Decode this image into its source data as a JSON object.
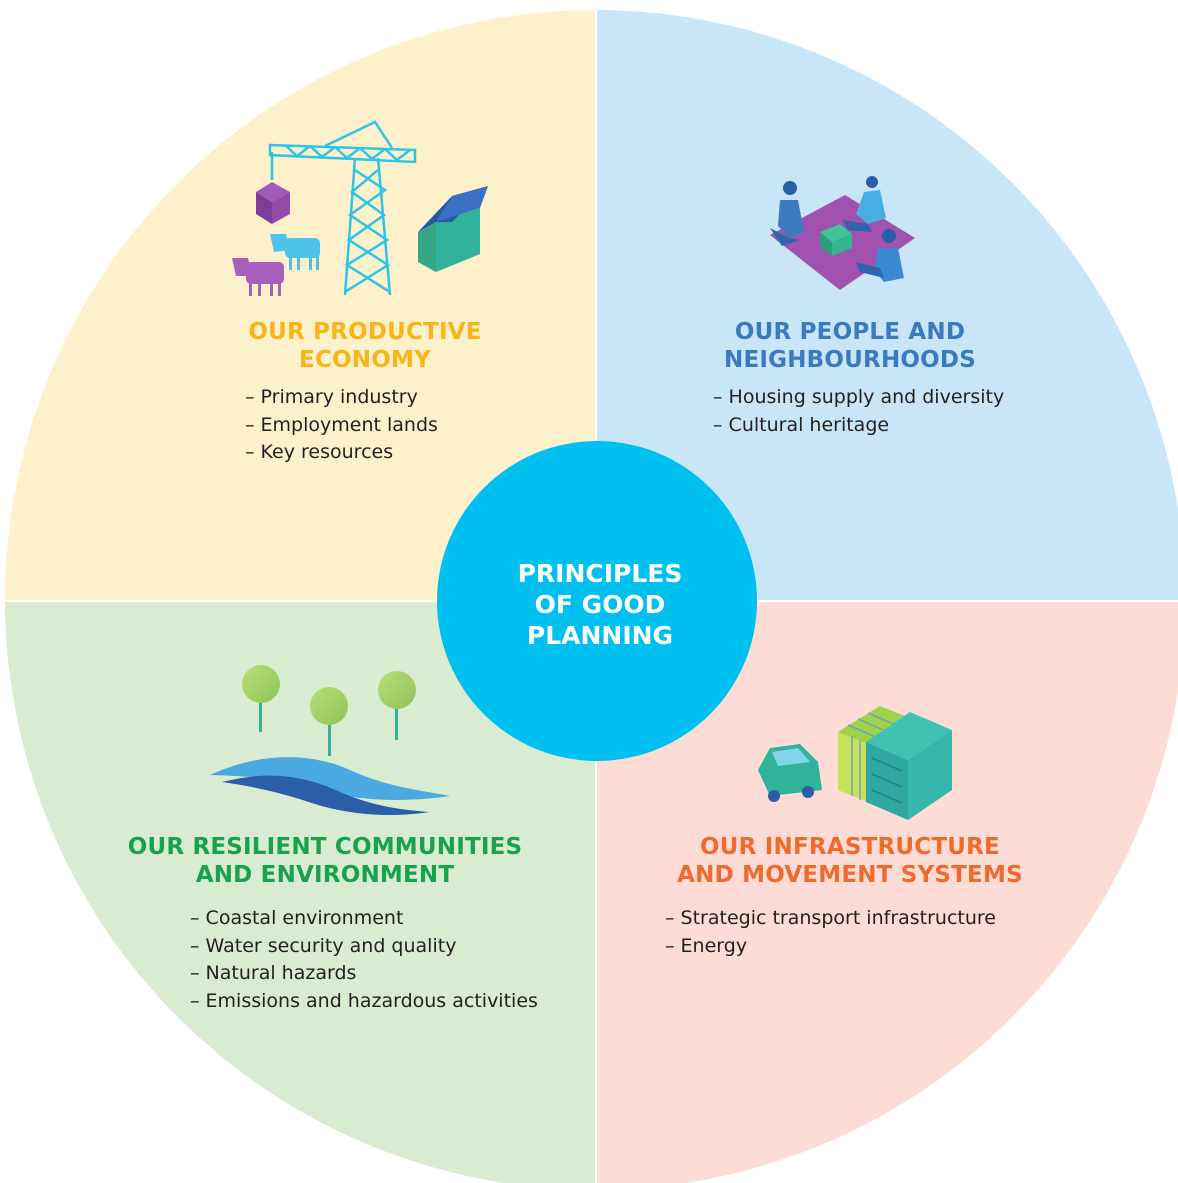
{
  "colors": {
    "productive_bg": "#fdf1cc",
    "people_bg": "#c8e6f7",
    "resilient_bg": "#d9ebd0",
    "infrastructure_bg": "#fddcd6",
    "center": "#00c0ef",
    "productive_title": "#f9b418",
    "people_title": "#3b79c0",
    "resilient_title": "#17a34b",
    "infrastructure_title": "#ef6a2c"
  },
  "center": {
    "title_line1": "PRINCIPLES",
    "title_line2": "OF GOOD",
    "title_line3": "PLANNING"
  },
  "quadrants": {
    "productive": {
      "title_line1": "OUR PRODUCTIVE",
      "title_line2": "ECONOMY",
      "icon": "crane-cows-barn-icon",
      "items": [
        "Primary industry",
        "Employment lands",
        "Key resources"
      ]
    },
    "people": {
      "title_line1": "OUR PEOPLE AND",
      "title_line2": "NEIGHBOURHOODS",
      "icon": "people-on-mat-icon",
      "items": [
        "Housing supply and diversity",
        "Cultural heritage"
      ]
    },
    "resilient": {
      "title_line1": "OUR RESILIENT COMMUNITIES",
      "title_line2": "AND ENVIRONMENT",
      "icon": "trees-water-icon",
      "items": [
        "Coastal environment",
        "Water security and quality",
        "Natural hazards",
        "Emissions and hazardous activities"
      ]
    },
    "infrastructure": {
      "title_line1": "OUR INFRASTRUCTURE",
      "title_line2": "AND MOVEMENT SYSTEMS",
      "icon": "car-solar-buildings-icon",
      "items": [
        "Strategic transport infrastructure",
        "Energy"
      ]
    }
  }
}
